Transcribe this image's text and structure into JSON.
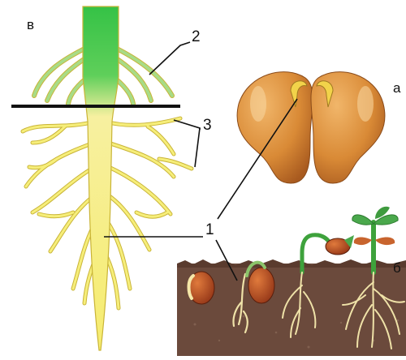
{
  "labels": {
    "panel_a": "а",
    "panel_b": "б",
    "panel_v": "в",
    "callout_1": "1",
    "callout_2": "2",
    "callout_3": "3"
  },
  "colors": {
    "root_green": "#3cc24a",
    "root_yellow": "#f7ef7a",
    "root_outline": "#c9b437",
    "soil": "#6b4a3c",
    "seed": "#d88a3a",
    "leaf": "#4aa84c",
    "line": "#111111"
  }
}
